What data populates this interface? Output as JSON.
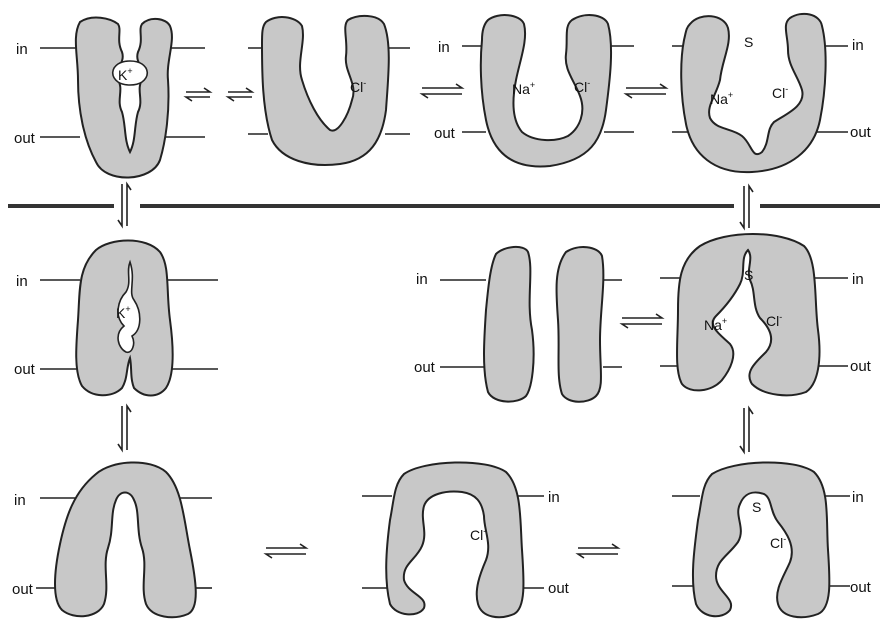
{
  "labels": {
    "in": "in",
    "out": "out",
    "K": "K",
    "Na": "Na",
    "Cl": "Cl",
    "S": "S",
    "plus": "+",
    "minus": "-"
  },
  "colors": {
    "protein_fill": "#c8c8c8",
    "outline": "#222222",
    "divider": "#333333"
  },
  "states": [
    {
      "id": "k-open-top",
      "ions": [
        "K"
      ]
    },
    {
      "id": "cl-bound-open-bottom",
      "ions": [
        "Cl"
      ]
    },
    {
      "id": "na-cl-bound",
      "ions": [
        "Na",
        "Cl"
      ]
    },
    {
      "id": "na-cl-s-bound",
      "ions": [
        "S",
        "Na",
        "Cl"
      ]
    },
    {
      "id": "k-bound",
      "ions": [
        "K"
      ]
    },
    {
      "id": "split-halves",
      "ions": []
    },
    {
      "id": "na-cl-s-open-out",
      "ions": [
        "S",
        "Na",
        "Cl"
      ]
    },
    {
      "id": "empty-open-out",
      "ions": []
    },
    {
      "id": "cl-bound-open-out",
      "ions": [
        "Cl"
      ]
    },
    {
      "id": "s-cl-open-out",
      "ions": [
        "S",
        "Cl"
      ]
    }
  ]
}
